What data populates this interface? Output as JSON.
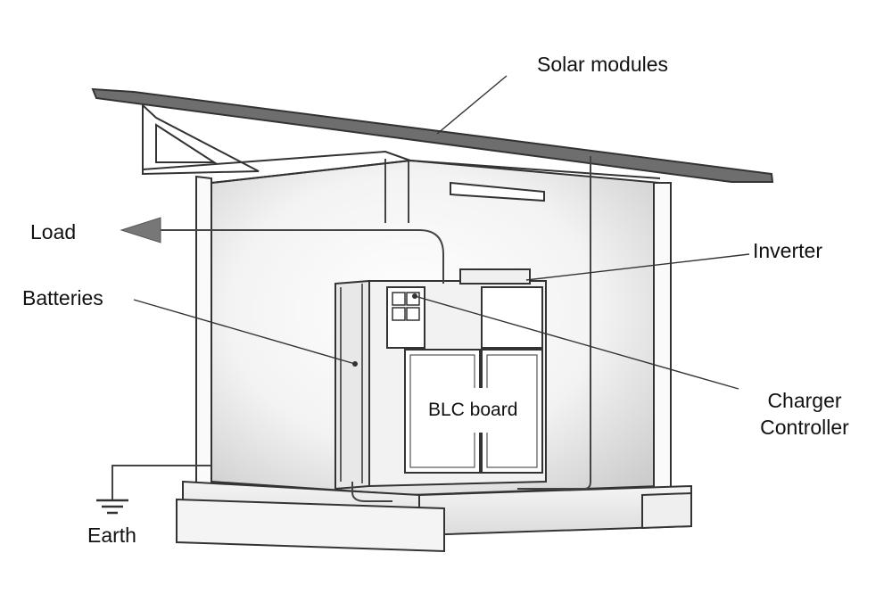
{
  "labels": {
    "solar_modules": "Solar modules",
    "load": "Load",
    "inverter": "Inverter",
    "batteries": "Batteries",
    "charger_line1": "Charger",
    "charger_line2": "Controller",
    "blc_board": "BLC board",
    "earth": "Earth"
  },
  "colors": {
    "roof": "#6e6e6e",
    "outline": "#333333",
    "wall_light": "#ffffff",
    "wall_shade": "#cfcfcf",
    "cabinet": "#f2f2f2"
  }
}
